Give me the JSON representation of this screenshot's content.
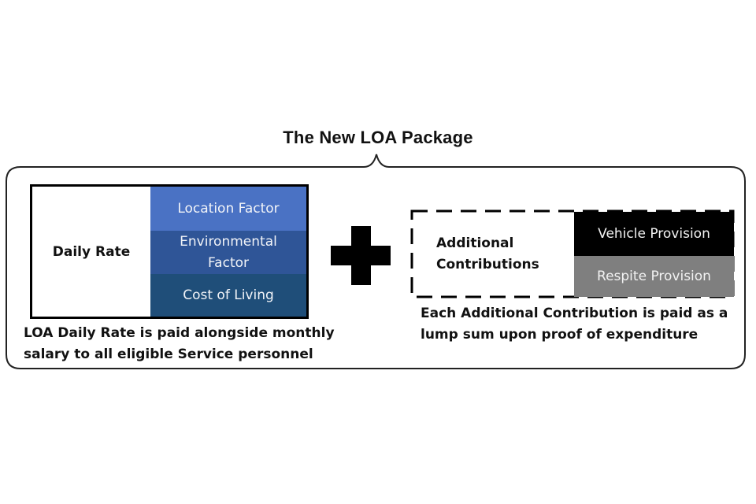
{
  "title": "The New LOA Package",
  "daily_rate": {
    "label": "Daily Rate",
    "components": [
      {
        "line1": "Location Factor",
        "line2": ""
      },
      {
        "line1": "Environmental",
        "line2": "Factor"
      },
      {
        "line1": "Cost of Living",
        "line2": ""
      }
    ],
    "caption_line1": "LOA Daily Rate is paid alongside monthly",
    "caption_line2": "salary to all eligible Service personnel"
  },
  "operator_icon": "plus-icon",
  "additional": {
    "label_line1": "Additional",
    "label_line2": "Contributions",
    "items": [
      "Vehicle Provision",
      "Respite Provision"
    ],
    "caption_line1": "Each Additional Contribution is paid as a",
    "caption_line2": "lump sum upon proof of expenditure"
  },
  "colors": {
    "location_factor": "#4a72c4",
    "environmental_factor": "#2f5597",
    "cost_of_living": "#1f4e79",
    "vehicle_provision": "#000000",
    "respite_provision": "#7f7f7f"
  }
}
